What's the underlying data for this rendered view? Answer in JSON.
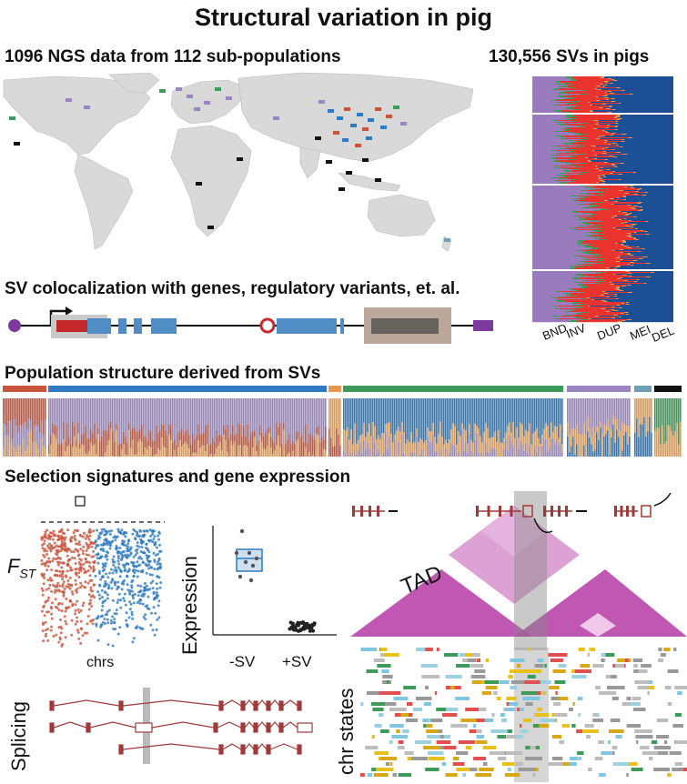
{
  "title": "Structural variation in pig",
  "headings": {
    "ngs": "1096 NGS data from 112 sub-populations",
    "svs": "130,556 SVs in pigs",
    "coloc": "SV colocalization with genes, regulatory variants, et. al.",
    "population": "Population structure derived from SVs",
    "selection": "Selection signatures and gene expression"
  },
  "sv_types": [
    "BND",
    "INV",
    "DUP",
    "MEI",
    "DEL"
  ],
  "fst": {
    "ylabel_main": "F",
    "ylabel_sub": "ST",
    "xlabel": "chrs"
  },
  "expression": {
    "ylabel": "Expression",
    "categories": [
      "-SV",
      "+SV"
    ]
  },
  "tad_label": "TAD",
  "splicing_label": "Splicing",
  "chr_states_label": "chr states",
  "colors": {
    "red": "#c8553d",
    "blue": "#2e7bbf",
    "orange": "#e39a4a",
    "purple": "#9a85c2",
    "green": "#3d9a5a",
    "gray_blue": "#6f9fb5",
    "black": "#111111",
    "magenta": "#b43aa6",
    "gene_blue": "#4f8dc4",
    "splice_red": "#a03a3a",
    "map_land": "#d9d9d9"
  }
}
